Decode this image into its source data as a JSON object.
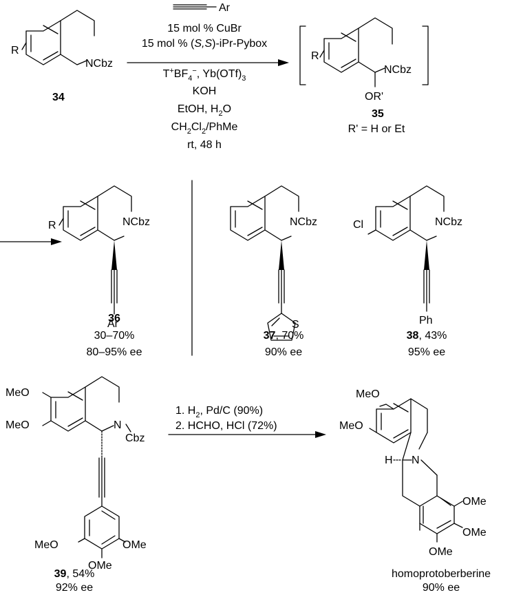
{
  "scheme": {
    "reagents": {
      "alkyne_substituent": "Ar",
      "line1": "15 mol % CuBr",
      "line2_prefix": "15 mol % (",
      "line2_stereo": "S,S",
      "line2_suffix": ")-iPr-Pybox",
      "line3_t": "T",
      "line3_plus": "+",
      "line3_bf": "BF",
      "line3_4": "4",
      "line3_minus": "−",
      "line3_rest": ", Yb(OTf)",
      "line3_3": "3",
      "line4": "KOH",
      "line5": "EtOH, H",
      "line5_2": "2",
      "line5_o": "O",
      "line6_a": "CH",
      "line6_2a": "2",
      "line6_b": "Cl",
      "line6_2b": "2",
      "line6_c": "/PhMe",
      "line7": "rt, 48 h"
    },
    "compound_34": {
      "number": "34",
      "r": "R",
      "n": "NCbz"
    },
    "compound_35": {
      "number": "35",
      "r": "R",
      "n": "NCbz",
      "or": "OR'",
      "note": "R' = H or Et"
    },
    "compound_36": {
      "number": "36",
      "r": "R",
      "n": "NCbz",
      "ar": "Ar",
      "yield": "30–70%",
      "ee": "80–95% ee"
    },
    "compound_37": {
      "number": "37",
      "yield_suffix": ", 70%",
      "n": "NCbz",
      "s": "S",
      "ee": "90% ee"
    },
    "compound_38": {
      "number": "38",
      "yield_suffix": ", 43%",
      "n": "NCbz",
      "cl": "Cl",
      "ph": "Ph",
      "ee": "95% ee"
    },
    "compound_39": {
      "number": "39",
      "yield_suffix": ", 54%",
      "ee": "92% ee",
      "ome": "OMe",
      "meo": "MeO",
      "n": "N",
      "cbz": "Cbz"
    },
    "step2": {
      "line1_a": "1. H",
      "line1_2": "2",
      "line1_b": ", Pd/C (90%)",
      "line2": "2. HCHO, HCl (72%)"
    },
    "product": {
      "name": "homoprotoberberine",
      "ee": "90% ee",
      "meo": "MeO",
      "ome": "OMe",
      "h": "H",
      "n": "N"
    }
  }
}
